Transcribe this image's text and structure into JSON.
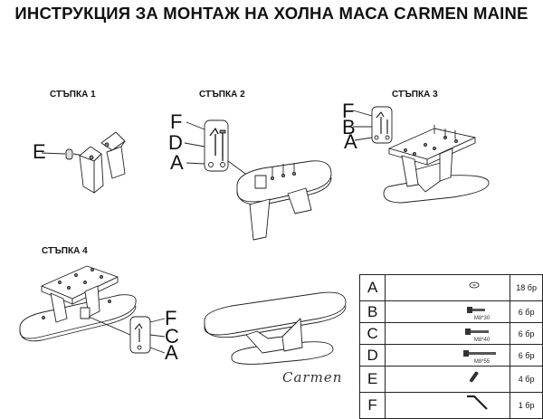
{
  "title": "ИНСТРУКЦИЯ ЗА МОНТАЖ НА ХОЛНА МАСА CARMEN MAINE",
  "steps": [
    {
      "label": "СТЪПКА 1",
      "letters": [
        "E"
      ]
    },
    {
      "label": "СТЪПКА 2",
      "letters": [
        "F",
        "D",
        "A"
      ]
    },
    {
      "label": "СТЪПКА 3",
      "letters": [
        "F",
        "B",
        "A"
      ]
    },
    {
      "label": "СТЪПКА 4",
      "letters": [
        "F",
        "C",
        "A"
      ]
    }
  ],
  "brand": "Carmen",
  "parts": [
    {
      "letter": "A",
      "qty": "18 бр",
      "size": "",
      "icon": "washer-icon"
    },
    {
      "letter": "B",
      "qty": "6 бр",
      "size": "M8*30",
      "icon": "bolt-short-icon"
    },
    {
      "letter": "C",
      "qty": "6 бр",
      "size": "M8*40",
      "icon": "bolt-medium-icon"
    },
    {
      "letter": "D",
      "qty": "6 бр",
      "size": "M8*55",
      "icon": "bolt-long-icon"
    },
    {
      "letter": "E",
      "qty": "4 бр",
      "size": "",
      "icon": "dowel-icon"
    },
    {
      "letter": "F",
      "qty": "1 бр",
      "size": "",
      "icon": "allen-key-icon"
    }
  ]
}
